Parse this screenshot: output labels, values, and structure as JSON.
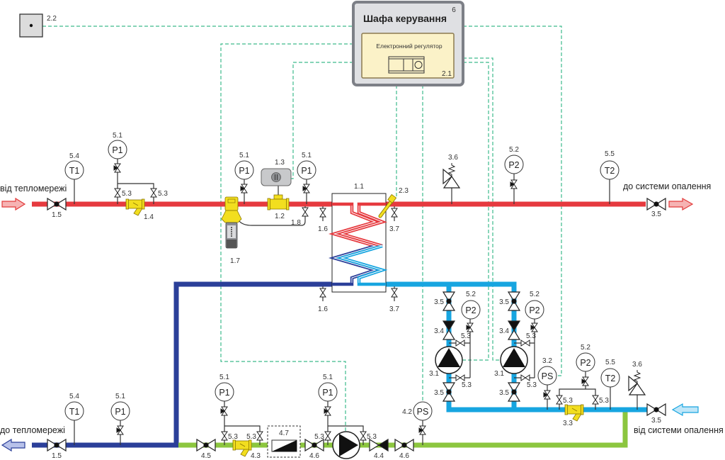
{
  "control_cabinet": {
    "title": "Шафа керування",
    "tag": "6",
    "controller": {
      "label": "Електронний регулятор",
      "tag": "2.1"
    }
  },
  "outdoor_temperature_sensor": {
    "tag": "2.2"
  },
  "flow_labels": {
    "from_heat_network": "від тепломережі",
    "to_heating_system": "до системи опалення",
    "to_heat_network": "до тепломережі",
    "from_heating_system": "від системи опалення"
  },
  "primary_supply": {
    "shutoff_valve": "1.5",
    "thermometer": {
      "tag": "5.4",
      "symbol": "T1"
    },
    "manometer": {
      "tag": "5.1",
      "symbol": "P1"
    },
    "manometer_taps": [
      "5.3",
      "5.3"
    ],
    "strainer": "1.4",
    "flow_regulator": "1.7",
    "manometer_before_valve": {
      "tag": "5.1",
      "symbol": "P1"
    },
    "control_valve": "1.2",
    "valve_actuator": "1.3",
    "manometer_after_valve": {
      "tag": "5.1",
      "symbol": "P1"
    },
    "impulse_tap": "1.8",
    "drain_valve": "1.6"
  },
  "heat_exchanger": {
    "tag": "1.1",
    "temperature_sensor": "2.3",
    "secondary_supply_drain": "3.7",
    "primary_return_drain": "1.6",
    "secondary_return_drain": "3.7"
  },
  "secondary_supply": {
    "safety_valve": "3.6",
    "manometer": {
      "tag": "5.2",
      "symbol": "P2"
    },
    "thermometer": {
      "tag": "5.5",
      "symbol": "T2"
    },
    "shutoff_valve": "3.5"
  },
  "primary_return": {
    "shutoff_valve": "1.5",
    "thermometer": {
      "tag": "5.4",
      "symbol": "T1"
    },
    "manometer": {
      "tag": "5.1",
      "symbol": "P1"
    }
  },
  "makeup_line": {
    "shutoff_valve_inlet": "4.5",
    "manometer_before_strainer": {
      "tag": "5.1",
      "symbol": "P1"
    },
    "manometer_taps_1": [
      "5.3",
      "5.3"
    ],
    "strainer": "4.3",
    "water_meter": "4.7",
    "shutoff_valve_before_pump": "4.6",
    "manometer_at_pump": {
      "tag": "5.1",
      "symbol": "P1"
    },
    "manometer_taps_2": [
      "5.3",
      "5.3"
    ],
    "check_valve": "4.4",
    "shutoff_valve_outlet": "4.6",
    "pressure_switch": {
      "tag": "4.2",
      "symbol": "PS"
    }
  },
  "circulation_pumps": [
    {
      "pump": "3.1",
      "valve_upper": "3.5",
      "check_valve": "3.4",
      "valve_lower": "3.5",
      "manometer": {
        "tag": "5.2",
        "symbol": "P2"
      },
      "manometer_taps": [
        "5.3",
        "5.3"
      ]
    },
    {
      "pump": "3.1",
      "valve_upper": "3.5",
      "check_valve": "3.4",
      "valve_lower": "3.5",
      "manometer": {
        "tag": "5.2",
        "symbol": "P2"
      },
      "manometer_taps": [
        "5.3",
        "5.3"
      ]
    }
  ],
  "secondary_return": {
    "pressure_switch": {
      "tag": "3.2",
      "symbol": "PS"
    },
    "manometer": {
      "tag": "5.2",
      "symbol": "P2"
    },
    "manometer_taps": [
      "5.3",
      "5.3"
    ],
    "strainer": "3.3",
    "thermometer": {
      "tag": "5.5",
      "symbol": "T2"
    },
    "safety_valve": "3.6",
    "shutoff_valve": "3.5"
  },
  "colors": {
    "primary_supply": "#e63a3f",
    "primary_return": "#2b3f99",
    "secondary_circuit": "#17a5e0",
    "makeup_line": "#8cc63f",
    "control_signal": "#3dba8c",
    "brass_fittings": "#f2de1f"
  }
}
